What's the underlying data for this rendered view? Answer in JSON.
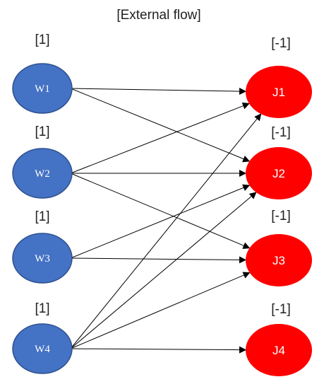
{
  "title": "[External flow]",
  "colors": {
    "worker_fill": "#4472c4",
    "worker_stroke": "#2f528f",
    "job_fill": "#ff0000",
    "edge": "#000000"
  },
  "workers": [
    {
      "id": "W1",
      "flow": "[1]"
    },
    {
      "id": "W2",
      "flow": "[1]"
    },
    {
      "id": "W3",
      "flow": "[1]"
    },
    {
      "id": "W4",
      "flow": "[1]"
    }
  ],
  "jobs": [
    {
      "id": "J1",
      "flow": "[-1]"
    },
    {
      "id": "J2",
      "flow": "[-1]"
    },
    {
      "id": "J3",
      "flow": "[-1]"
    },
    {
      "id": "J4",
      "flow": "[-1]"
    }
  ],
  "edges": [
    {
      "from": "W1",
      "to": "J1"
    },
    {
      "from": "W1",
      "to": "J2"
    },
    {
      "from": "W2",
      "to": "J1"
    },
    {
      "from": "W2",
      "to": "J2"
    },
    {
      "from": "W2",
      "to": "J3"
    },
    {
      "from": "W3",
      "to": "J2"
    },
    {
      "from": "W3",
      "to": "J3"
    },
    {
      "from": "W4",
      "to": "J1"
    },
    {
      "from": "W4",
      "to": "J2"
    },
    {
      "from": "W4",
      "to": "J3"
    },
    {
      "from": "W4",
      "to": "J4"
    }
  ]
}
